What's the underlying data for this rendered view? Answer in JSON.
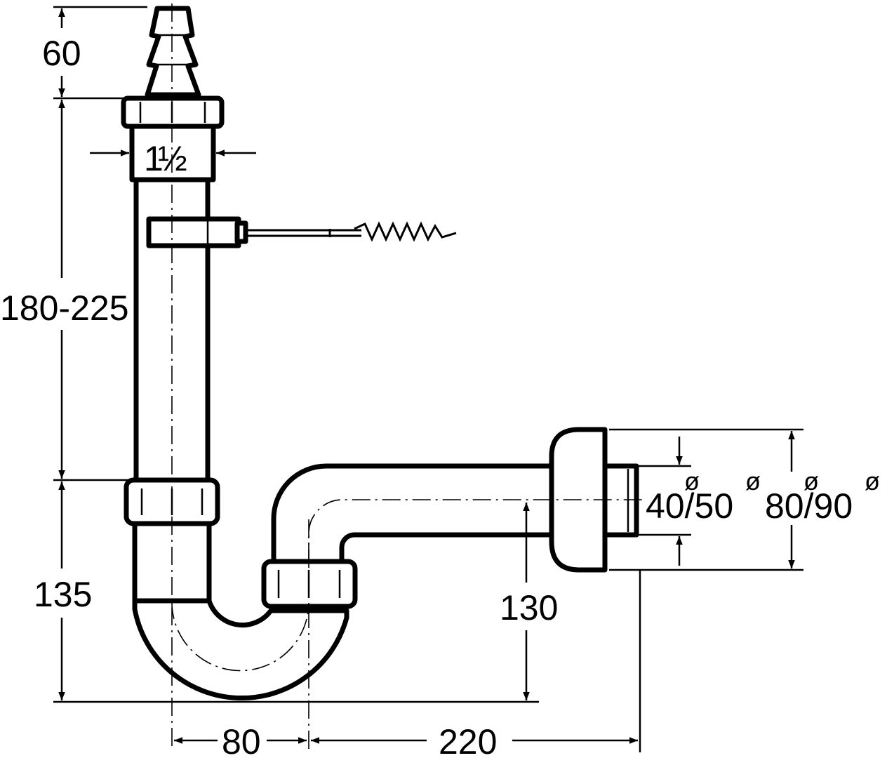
{
  "dimensions": {
    "hose_length": "60",
    "height_range": "180-225",
    "lower_height": "135",
    "thread_size_whole": "1",
    "thread_size_fraction": "½",
    "pipe_diameters": "40/50",
    "rosette_diameters": "80/90",
    "diameter_symbol": "ø",
    "outlet_height": "130",
    "trap_offset": "80",
    "wall_distance": "220"
  },
  "colors": {
    "line": "#000000",
    "background": "#ffffff"
  }
}
